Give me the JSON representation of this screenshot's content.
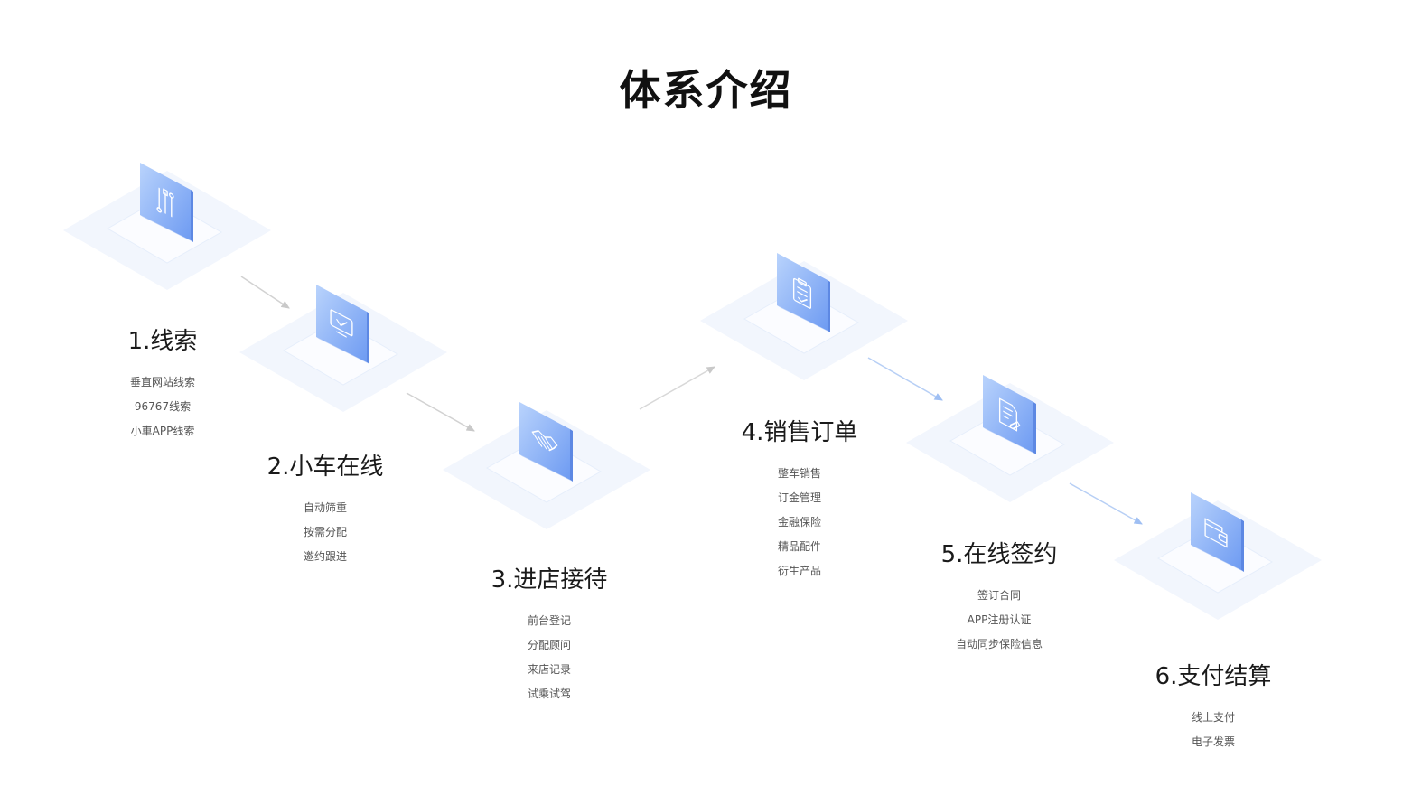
{
  "title": "体系介绍",
  "colors": {
    "tile": "#eef4fd",
    "tile_inner": "#f7faff",
    "card_light": "#a9c8fb",
    "card_dark": "#6f9cf3",
    "arrow_gray": "#cfcfcf",
    "arrow_blue": "#a6c4f3"
  },
  "steps": [
    {
      "title": "1.线索",
      "icon": "tools-icon",
      "items": [
        "垂直网站线索",
        "96767线索",
        "小車APP线索"
      ]
    },
    {
      "title": "2.小车在线",
      "icon": "monitor-check-icon",
      "items": [
        "自动筛重",
        "按需分配",
        "邀约跟进"
      ]
    },
    {
      "title": "3.进店接待",
      "icon": "handshake-icon",
      "items": [
        "前台登记",
        "分配顾问",
        "来店记录",
        "试乘试驾"
      ]
    },
    {
      "title": "4.销售订单",
      "icon": "clipboard-check-icon",
      "items": [
        "整车销售",
        "订金管理",
        "金融保险",
        "精品配件",
        "衍生产品"
      ]
    },
    {
      "title": "5.在线签约",
      "icon": "document-sign-icon",
      "items": [
        "签订合同",
        "APP注册认证",
        "自动同步保险信息"
      ]
    },
    {
      "title": "6.支付结算",
      "icon": "wallet-icon",
      "items": [
        "线上支付",
        "电子发票"
      ]
    }
  ]
}
